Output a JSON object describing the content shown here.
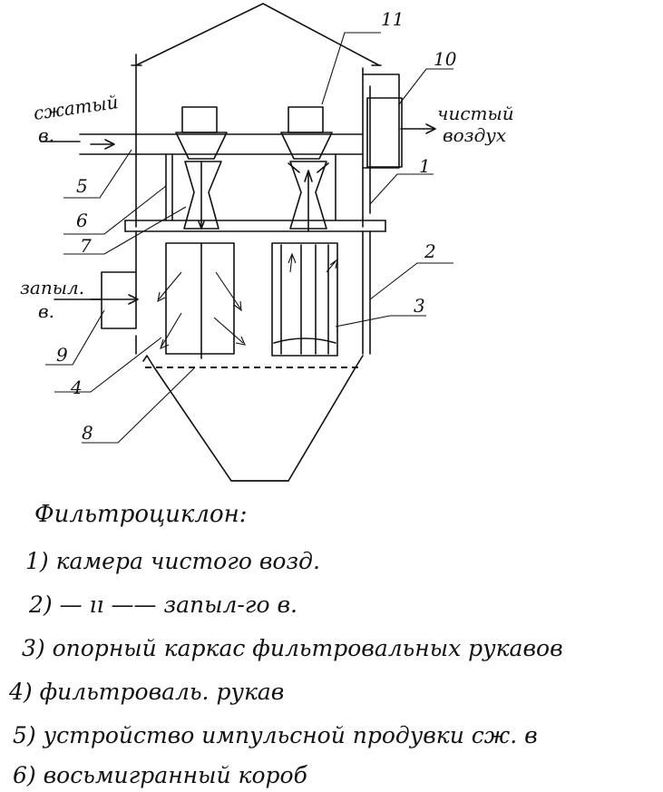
{
  "labels": {
    "compressed_air": [
      "сжатый",
      "в."
    ],
    "clean_air": [
      "чистый",
      "воздух"
    ],
    "dusty_air": [
      "запыл.",
      "в."
    ]
  },
  "callouts": [
    "1",
    "2",
    "3",
    "4",
    "5",
    "6",
    "7",
    "8",
    "9",
    "10",
    "11"
  ],
  "legend": {
    "title": "Фильтроциклон:",
    "items": [
      "1) камера чистого возд.",
      "2) — ıı —— запыл-го в.",
      "3) опорный каркас фильтровальных рукавов",
      "4) фильтроваль. рукав",
      "5) устройство импульсной продувки сж. в",
      "6) восьмигранный короб"
    ]
  }
}
